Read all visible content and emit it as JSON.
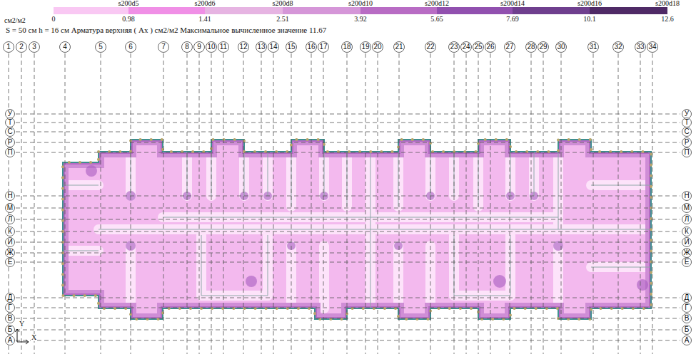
{
  "diagram": {
    "nodes": [
      {
        "text": [
          "1"
        ]
      },
      {
        "text": [
          "2"
        ]
      },
      {
        "text": [
          "3"
        ]
      },
      {
        "text": [
          "4"
        ]
      },
      {
        "text": [
          "5"
        ]
      },
      {
        "text": [
          "6"
        ]
      },
      {
        "text": [
          "7"
        ]
      },
      {
        "text": [
          "8"
        ]
      },
      {
        "text": [
          "9"
        ]
      },
      {
        "text": [
          "10"
        ]
      },
      {
        "text": [
          "11"
        ]
      },
      {
        "text": [
          "12"
        ]
      },
      {
        "text": [
          "13"
        ]
      },
      {
        "text": [
          "14"
        ]
      },
      {
        "text": [
          "15"
        ]
      },
      {
        "text": [
          "16"
        ]
      },
      {
        "text": [
          "17"
        ]
      },
      {
        "text": [
          "18"
        ]
      },
      {
        "text": [
          "19"
        ]
      },
      {
        "text": [
          "20"
        ]
      },
      {
        "text": [
          "21"
        ]
      },
      {
        "text": [
          "22"
        ]
      },
      {
        "text": [
          "23"
        ]
      },
      {
        "text": [
          "24"
        ]
      },
      {
        "text": [
          "25"
        ]
      },
      {
        "text": [
          "26"
        ]
      },
      {
        "text": [
          "27"
        ]
      },
      {
        "text": [
          "28"
        ]
      },
      {
        "text": [
          "29"
        ]
      },
      {
        "text": [
          "30"
        ]
      },
      {
        "text": [
          "31"
        ]
      },
      {
        "text": [
          "32"
        ]
      },
      {
        "text": [
          "33"
        ]
      },
      {
        "text": [
          "34"
        ]
      },
      {
        "text": [
          "У"
        ]
      },
      {
        "text": [
          "Т"
        ]
      },
      {
        "text": [
          "С"
        ]
      },
      {
        "text": [
          "Р"
        ]
      },
      {
        "text": [
          "П"
        ]
      },
      {
        "text": [
          "Н"
        ]
      },
      {
        "text": [
          "М"
        ]
      },
      {
        "text": [
          "Л"
        ]
      },
      {
        "text": [
          "К"
        ]
      },
      {
        "text": [
          "И"
        ]
      },
      {
        "text": [
          "Ж"
        ]
      },
      {
        "text": [
          "Е"
        ]
      },
      {
        "text": [
          "Д"
        ]
      },
      {
        "text": [
          "Г"
        ]
      },
      {
        "text": [
          "В"
        ]
      },
      {
        "text": [
          "Б"
        ]
      },
      {
        "text": [
          "А"
        ]
      },
      {
        "text": [
          "У"
        ]
      },
      {
        "text": [
          "Т"
        ]
      },
      {
        "text": [
          "С"
        ]
      },
      {
        "text": [
          "Р"
        ]
      },
      {
        "text": [
          "П"
        ]
      },
      {
        "text": [
          "Н"
        ]
      },
      {
        "text": [
          "М"
        ]
      },
      {
        "text": [
          "Л"
        ]
      },
      {
        "text": [
          "К"
        ]
      },
      {
        "text": [
          "И"
        ]
      },
      {
        "text": [
          "Ж"
        ]
      },
      {
        "text": [
          "Е"
        ]
      },
      {
        "text": [
          "Д"
        ]
      },
      {
        "text": [
          "Г"
        ]
      },
      {
        "text": [
          "В"
        ]
      },
      {
        "text": [
          "Б"
        ]
      },
      {
        "text": [
          "А"
        ]
      }
    ],
    "labels": [
      "см2/м2",
      "0",
      "0.98",
      "1.41",
      "2.51",
      "3.92",
      "5.65",
      "7.69",
      "10.1",
      "12.6",
      "S = 50 см  h = 16 см  Арматура верхняя ( Ах ) см2/м2  Максимальное вычисленное значение 11.67",
      "Y",
      "X"
    ],
    "legend": [
      {
        "text": "s200d5",
        "color": "#f9c8f3"
      },
      {
        "text": "s200d6",
        "color": "#f08fe6"
      },
      {
        "text": "s200d8",
        "color": "#e6b4e2"
      },
      {
        "text": "s200d10",
        "color": "#d596d8"
      },
      {
        "text": "s200d12",
        "color": "#b86cc4"
      },
      {
        "text": "s200d14",
        "color": "#9150af"
      },
      {
        "text": "s200d16",
        "color": "#6f3f8e"
      },
      {
        "text": "s200d18",
        "color": "#4f2a66"
      }
    ]
  }
}
